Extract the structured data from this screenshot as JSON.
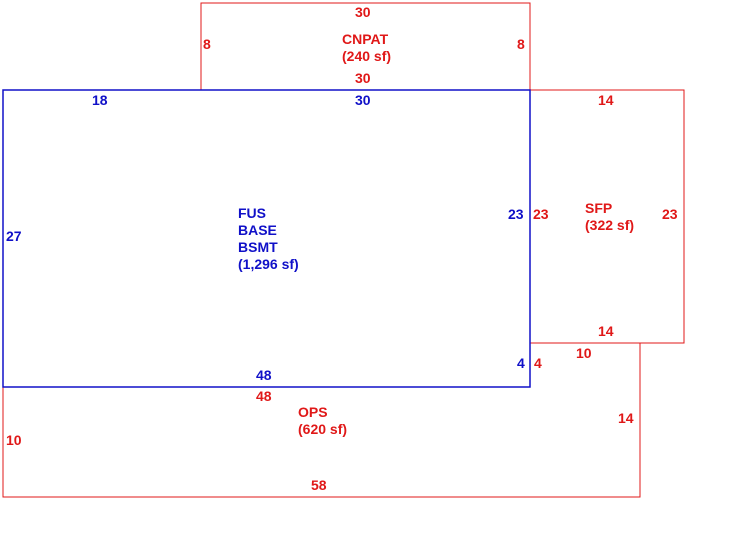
{
  "colors": {
    "main": "#1010c8",
    "addition": "#e01818"
  },
  "areas": {
    "main": {
      "name_lines": [
        "FUS",
        "BASE",
        "BSMT"
      ],
      "area": "(1,296 sf)",
      "dims": {
        "top_a": "18",
        "top_b": "30",
        "left": "27",
        "right_a": "23",
        "right_b": "4",
        "bottom": "48"
      }
    },
    "cnpat": {
      "name": "CNPAT",
      "area": "(240 sf)",
      "dims": {
        "top": "30",
        "left": "8",
        "right": "8",
        "bottom": "30"
      }
    },
    "sfp": {
      "name": "SFP",
      "area": "(322 sf)",
      "dims": {
        "top": "14",
        "left": "23",
        "right": "23",
        "bottom": "14"
      }
    },
    "ops": {
      "name": "OPS",
      "area": "(620 sf)",
      "dims": {
        "top": "48",
        "left": "10",
        "right_small": "4",
        "step": "10",
        "right": "14",
        "bottom": "58"
      }
    }
  }
}
